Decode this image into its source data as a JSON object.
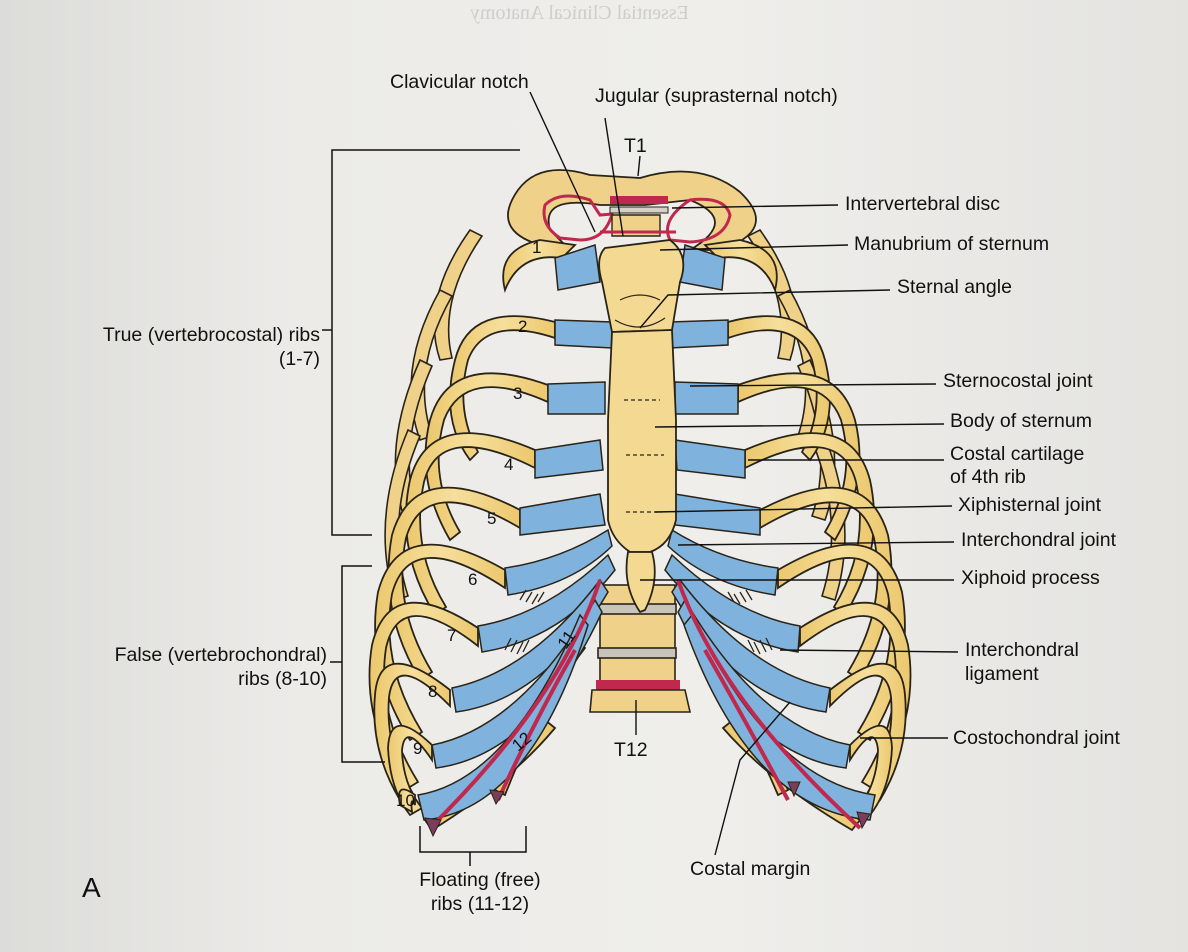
{
  "figure": {
    "panel_letter": "A",
    "vertebra_top": "T1",
    "vertebra_bottom": "T12",
    "rib_numbers": [
      "1",
      "2",
      "3",
      "4",
      "5",
      "6",
      "7",
      "8",
      "9",
      "10",
      "11",
      "12"
    ]
  },
  "labels": {
    "clavicular_notch": "Clavicular notch",
    "jugular_notch": "Jugular (suprasternal notch)",
    "intervertebral_disc": "Intervertebral disc",
    "manubrium": "Manubrium of sternum",
    "sternal_angle": "Sternal angle",
    "sternocostal_joint": "Sternocostal joint",
    "body_of_sternum": "Body of sternum",
    "costal_cartilage_line1": "Costal cartilage",
    "costal_cartilage_line2": "of 4th rib",
    "xiphisternal_joint": "Xiphisternal joint",
    "interchondral_joint": "Interchondral joint",
    "xiphoid_process": "Xiphoid process",
    "interchondral_ligament_line1": "Interchondral",
    "interchondral_ligament_line2": "ligament",
    "costochondral_joint": "Costochondral joint",
    "costal_margin": "Costal margin",
    "true_ribs_line1": "True (vertebrocostal) ribs",
    "true_ribs_line2": "(1-7)",
    "false_ribs_line1": "False (vertebrochondral)",
    "false_ribs_line2": "ribs (8-10)",
    "floating_ribs_line1": "Floating (free)",
    "floating_ribs_line2": "ribs (11-12)"
  },
  "colors": {
    "bone": "#f1d58a",
    "bone_outline": "#2a2418",
    "cartilage": "#7fb2dc",
    "vessel_red": "#c0284e",
    "page": "#ecebe8"
  }
}
